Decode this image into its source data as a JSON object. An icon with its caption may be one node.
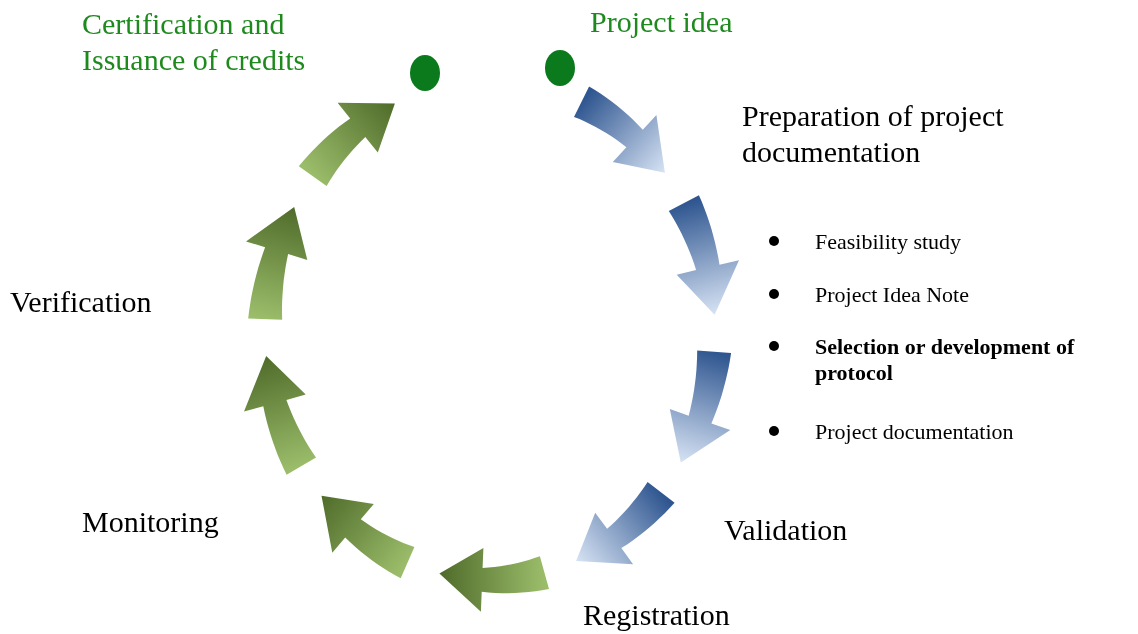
{
  "diagram": {
    "nodes": [
      {
        "text": [
          "Certification and Issuance of credits"
        ]
      },
      {
        "text": [
          "Project idea"
        ]
      }
    ],
    "labels": [
      "Preparation of project documentation",
      "Feasibility study",
      "Project Idea Note",
      "Selection or development of protocol",
      "Project documentation",
      "Validation",
      "Registration",
      "Monitoring",
      "Verification"
    ]
  }
}
